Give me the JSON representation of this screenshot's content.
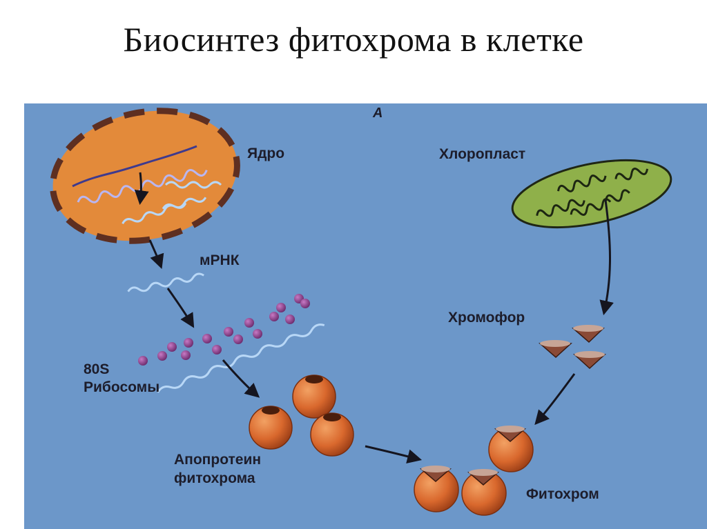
{
  "title": "Биосинтез фитохрома в клетке",
  "diagram": {
    "panel_letter": "A",
    "labels": {
      "nucleus": "Ядро",
      "chloroplast": "Хлоропласт",
      "mrna": "мРНК",
      "ribosomes_line1": "80S",
      "ribosomes_line2": "Рибосомы",
      "chromophore": "Хромофор",
      "apoprotein_line1": "Апопротеин",
      "apoprotein_line2": "фитохрома",
      "phytochrome": "Фитохром"
    },
    "colors": {
      "background": "#6c97c9",
      "nucleus": "#e38a3a",
      "nucleus_border": "#5e2f21",
      "chloroplast": "#8fb04a",
      "ribosome": "#8c3f8e",
      "protein": "#d9682d",
      "chromophore": "#8a4a36"
    }
  }
}
